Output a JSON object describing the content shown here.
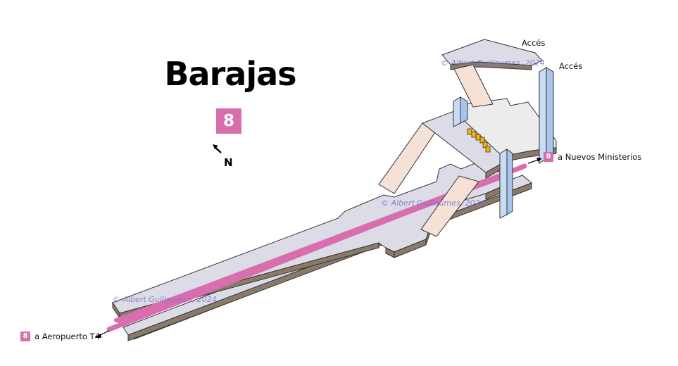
{
  "station": {
    "name": "Barajas",
    "line": "8"
  },
  "compass": {
    "label": "N"
  },
  "destinations": {
    "north": {
      "line": "8",
      "label": "a Nuevos Ministerios"
    },
    "south": {
      "line": "8",
      "label": "a Aeropuerto T4"
    }
  },
  "exits": {
    "label_1": "Accés",
    "label_2": "Accés"
  },
  "watermark": {
    "text": "© Albert Guillaumes, 2024"
  },
  "colors": {
    "line8": "#d86eae",
    "platform_top": "#dcdce6",
    "platform_side": "#8a7a6a",
    "stair_ramp": "#f5e1d6",
    "lift_shaft": "#c8dcf5",
    "hall_floor": "#ececec",
    "gates": "#f2b705"
  },
  "icons": {
    "compass": "north-arrow-icon",
    "gates": "turnstile-icon"
  }
}
